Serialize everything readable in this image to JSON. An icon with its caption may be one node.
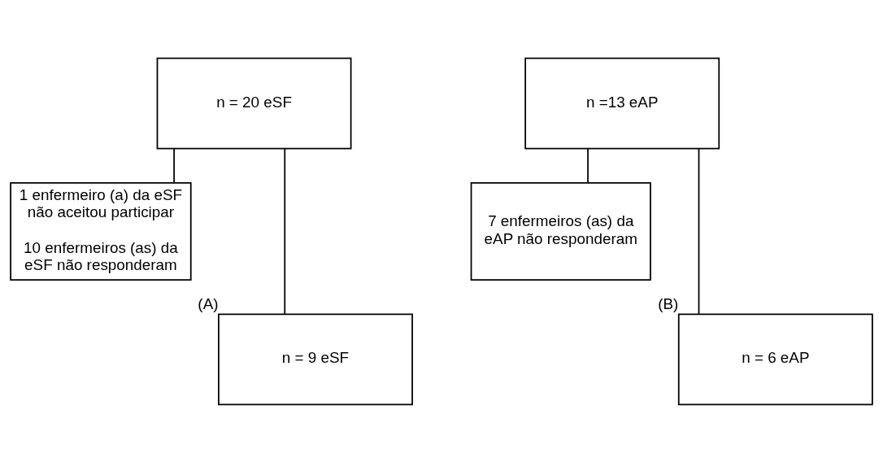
{
  "diagram": {
    "nodes": [
      {
        "text": [
          "n = 20 eSF"
        ]
      },
      {
        "text": [
          "1 enfermeiro (a) da eSF não aceitou participar",
          "10 enfermeiros (as) da eSF não responderam"
        ]
      },
      {
        "text": [
          "n = 9 eSF"
        ],
        "beside": [
          "(A)"
        ]
      },
      {
        "text": [
          "n =13 eAP"
        ]
      },
      {
        "text": [
          "7 enfermeiros (as) da eAP não responderam"
        ]
      },
      {
        "text": [
          "n = 6 eAP"
        ],
        "beside": [
          "(B)"
        ]
      }
    ],
    "edges": [
      {
        "from": 0,
        "to": 2,
        "arrow": "none"
      },
      {
        "from": 0,
        "to": 1,
        "arrow": "none"
      },
      {
        "from": 3,
        "to": 5,
        "arrow": "none"
      },
      {
        "from": 3,
        "to": 4,
        "arrow": "none"
      }
    ]
  }
}
